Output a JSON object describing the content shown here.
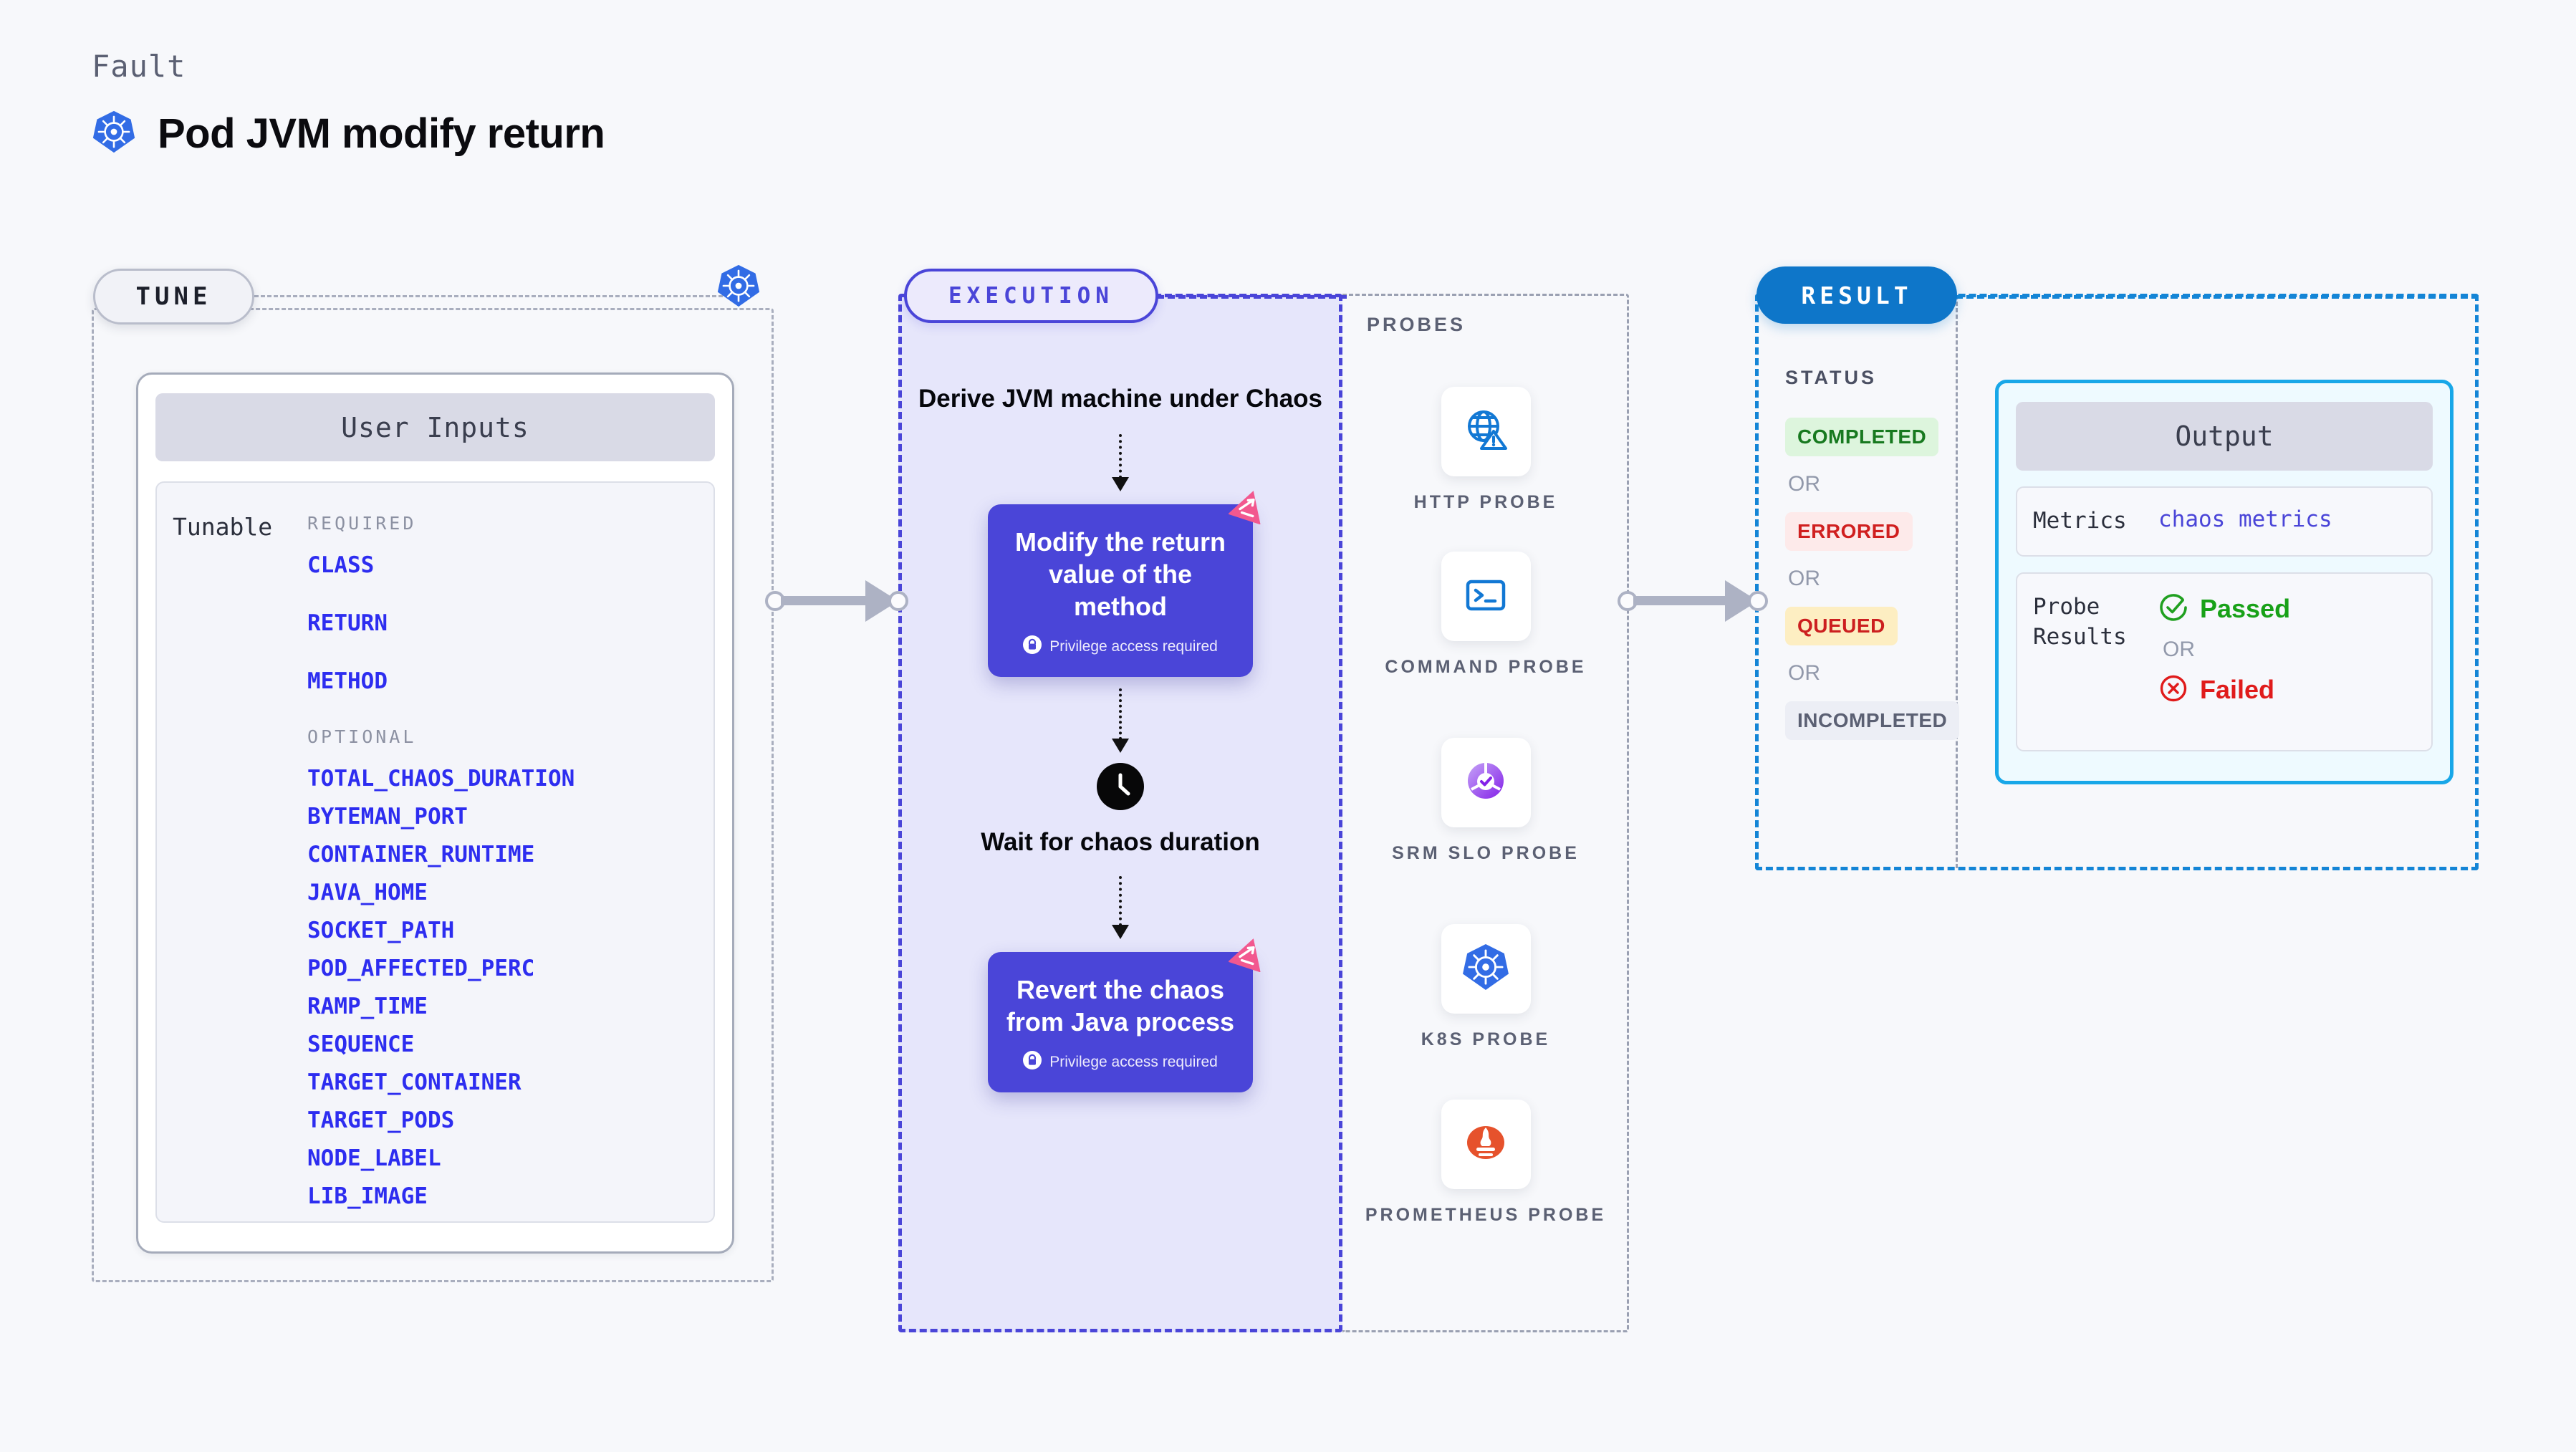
{
  "header": {
    "fault_label": "Fault",
    "title": "Pod JVM modify return",
    "icon": "kubernetes-icon"
  },
  "tune": {
    "badge": "TUNE",
    "k8s_icon": "kubernetes-icon",
    "card_title": "User Inputs",
    "tunable_label": "Tunable",
    "required_head": "REQUIRED",
    "required": [
      "CLASS",
      "RETURN",
      "METHOD"
    ],
    "optional_head": "OPTIONAL",
    "optional": [
      "TOTAL_CHAOS_DURATION",
      "BYTEMAN_PORT",
      "CONTAINER_RUNTIME",
      "JAVA_HOME",
      "SOCKET_PATH",
      "POD_AFFECTED_PERC",
      "RAMP_TIME",
      "SEQUENCE",
      "TARGET_CONTAINER",
      "TARGET_PODS",
      "NODE_LABEL",
      "LIB_IMAGE"
    ]
  },
  "execution": {
    "badge": "EXECUTION",
    "steps": [
      {
        "type": "text",
        "label": "Derive JVM machine under Chaos"
      },
      {
        "type": "card",
        "label": "Modify the return value of the method",
        "note": "Privilege access required",
        "note_icon": "lock-icon",
        "corner_icon": "litmus-logo-icon"
      },
      {
        "type": "wait",
        "label": "Wait for chaos duration",
        "icon": "clock-icon"
      },
      {
        "type": "card",
        "label": "Revert the chaos from Java process",
        "note": "Privilege access required",
        "note_icon": "lock-icon",
        "corner_icon": "litmus-logo-icon"
      }
    ]
  },
  "probes": {
    "title": "PROBES",
    "items": [
      {
        "label": "HTTP PROBE",
        "icon": "globe-warning-icon"
      },
      {
        "label": "COMMAND PROBE",
        "icon": "terminal-icon"
      },
      {
        "label": "SRM SLO PROBE",
        "icon": "slo-gauge-check-icon"
      },
      {
        "label": "K8S PROBE",
        "icon": "kubernetes-icon"
      },
      {
        "label": "PROMETHEUS PROBE",
        "icon": "prometheus-icon"
      }
    ]
  },
  "result": {
    "badge": "RESULT",
    "status_title": "STATUS",
    "or_text": "OR",
    "statuses": [
      {
        "label": "COMPLETED",
        "fg": "#17791f",
        "bg": "#ddf5dd"
      },
      {
        "label": "ERRORED",
        "fg": "#d01f1f",
        "bg": "#fdeaea"
      },
      {
        "label": "QUEUED",
        "fg": "#cc1f1f",
        "bg": "#fdeec2"
      },
      {
        "label": "INCOMPLETED",
        "fg": "#5b6073",
        "bg": "#eceef5"
      }
    ],
    "output": {
      "title": "Output",
      "metrics_key": "Metrics",
      "metrics_value": "chaos metrics",
      "probe_results_key": "Probe Results",
      "passed_label": "Passed",
      "passed_icon": "check-circle-icon",
      "or_text": "OR",
      "failed_label": "Failed",
      "failed_icon": "x-circle-icon"
    }
  },
  "colors": {
    "indigo": "#4a45d8",
    "blue": "#0e76c9",
    "cyan": "#18a7e8",
    "pink": "#f2588f",
    "gray": "#adb2c4"
  }
}
